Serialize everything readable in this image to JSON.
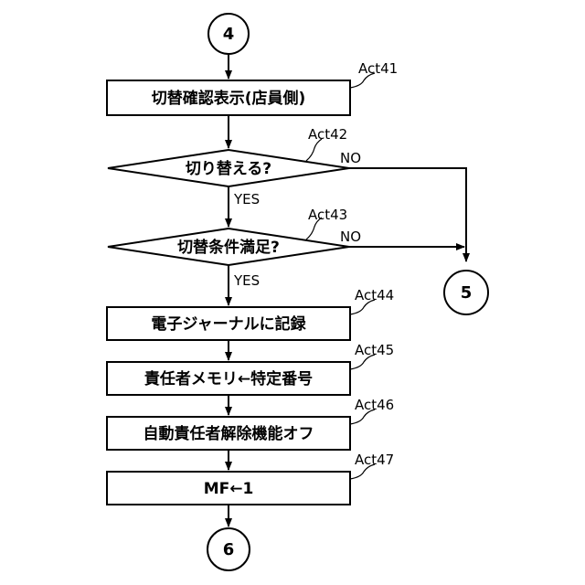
{
  "connectors": {
    "top": "4",
    "right": "5",
    "bottom": "6"
  },
  "steps": {
    "act41": {
      "tag": "Act41",
      "text": "切替確認表示(店員側)"
    },
    "act42": {
      "tag": "Act42",
      "text": "切り替える?"
    },
    "act43": {
      "tag": "Act43",
      "text": "切替条件満足?"
    },
    "act44": {
      "tag": "Act44",
      "text": "電子ジャーナルに記録"
    },
    "act45": {
      "tag": "Act45",
      "text": "責任者メモリ←特定番号"
    },
    "act46": {
      "tag": "Act46",
      "text": "自動責任者解除機能オフ"
    },
    "act47": {
      "tag": "Act47",
      "text": "MF←1"
    }
  },
  "branches": {
    "yes": "YES",
    "no": "NO"
  }
}
